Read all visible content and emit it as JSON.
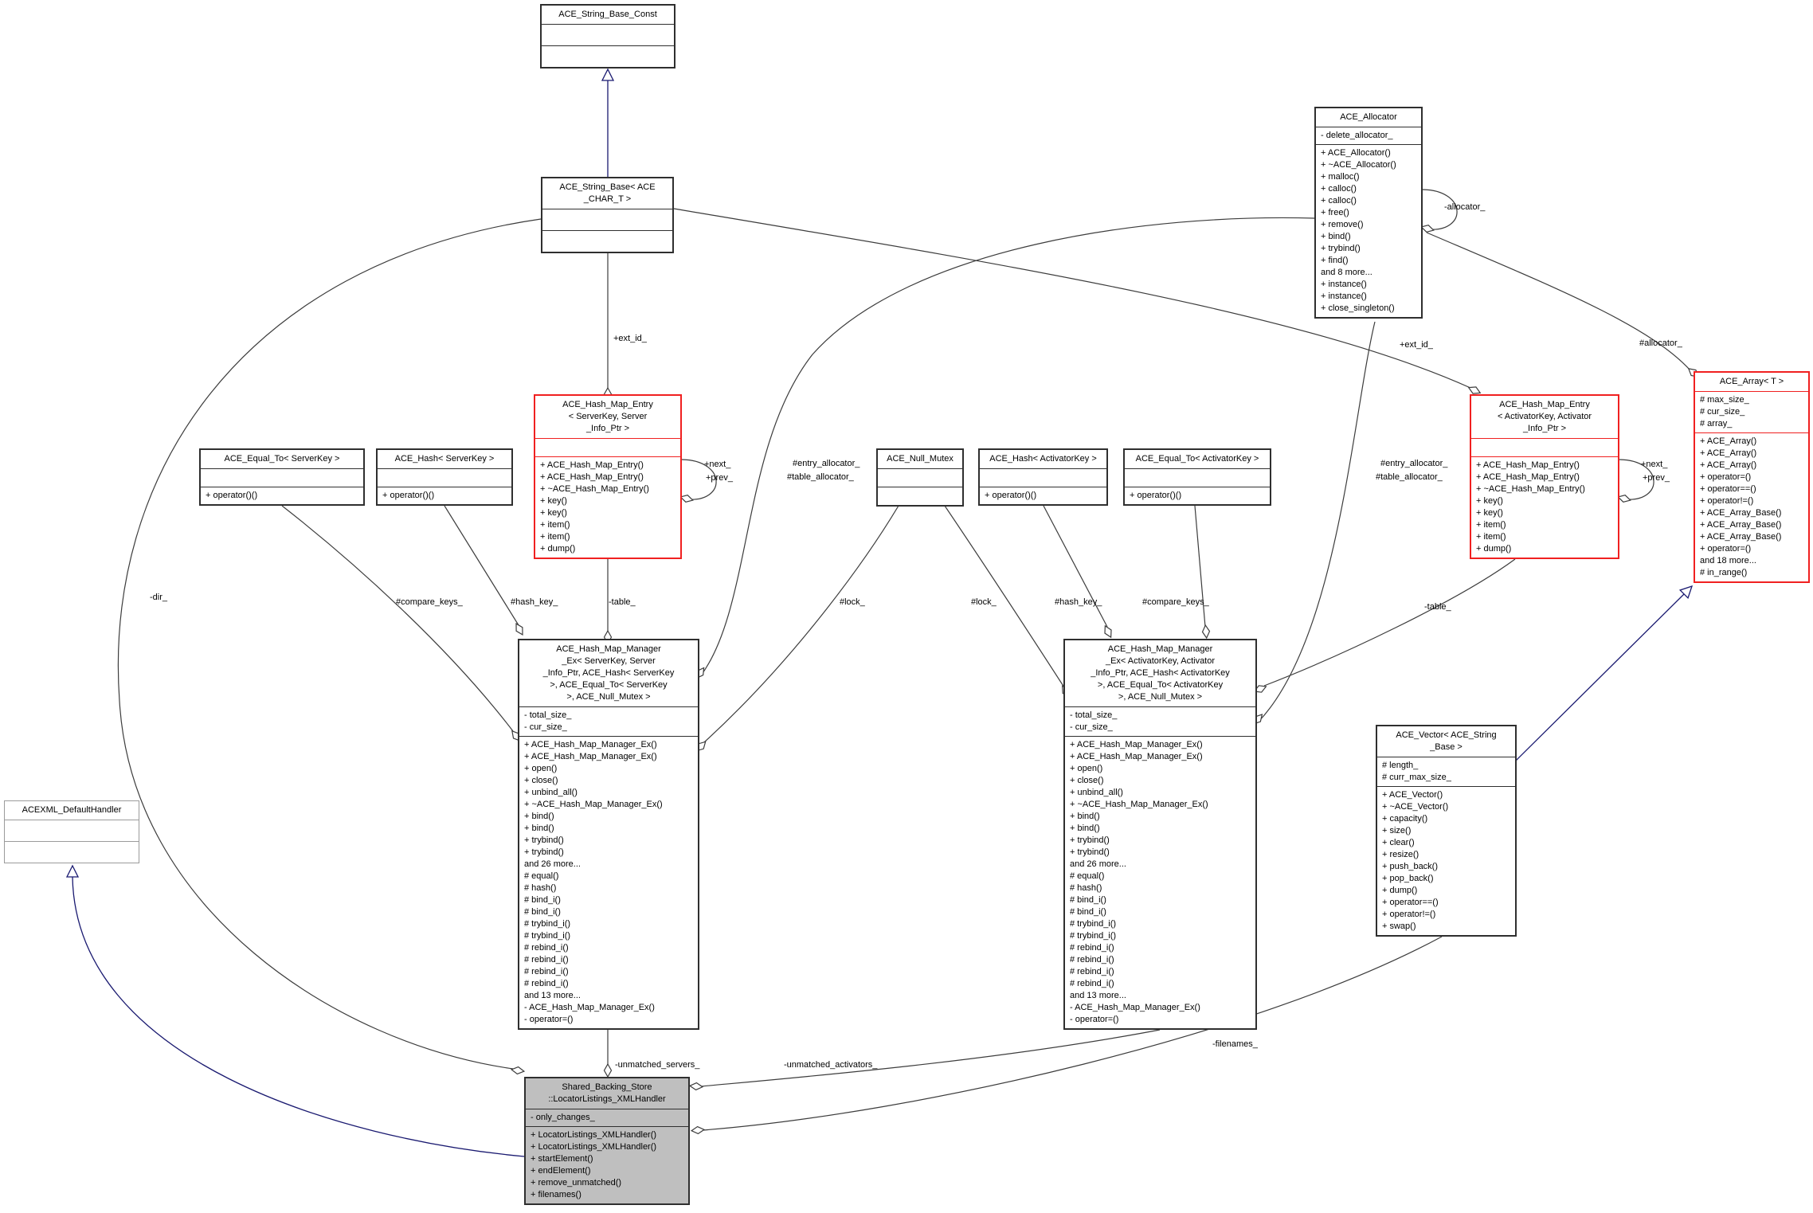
{
  "diagram": {
    "type": "uml-collaboration-diagram",
    "colors": {
      "background": "#ffffff",
      "edge": "#3c3c3c",
      "inheritance": "#191970",
      "truncated_box_border": "#f02020",
      "focus_box_fill": "#bfbfbf",
      "external_box_border": "#9b9b9b"
    },
    "classes": [
      {
        "id": "string_base_const",
        "title_lines": [
          "ACE_String_Base_Const"
        ],
        "attributes": [],
        "methods": []
      },
      {
        "id": "string_base",
        "title_lines": [
          "ACE_String_Base< ACE",
          "_CHAR_T >"
        ],
        "attributes": [],
        "methods": []
      },
      {
        "id": "allocator",
        "title_lines": [
          "ACE_Allocator"
        ],
        "attributes": [
          "- delete_allocator_"
        ],
        "methods": [
          "+ ACE_Allocator()",
          "+ ~ACE_Allocator()",
          "+ malloc()",
          "+ calloc()",
          "+ calloc()",
          "+ free()",
          "+ remove()",
          "+ bind()",
          "+ trybind()",
          "+ find()",
          "and 8 more...",
          "+ instance()",
          "+ instance()",
          "+ close_singleton()"
        ]
      },
      {
        "id": "entry_server",
        "title_lines": [
          "ACE_Hash_Map_Entry",
          "< ServerKey, Server",
          "_Info_Ptr >"
        ],
        "attributes": [],
        "methods": [
          "+ ACE_Hash_Map_Entry()",
          "+ ACE_Hash_Map_Entry()",
          "+ ~ACE_Hash_Map_Entry()",
          "+ key()",
          "+ key()",
          "+ item()",
          "+ item()",
          "+ dump()"
        ]
      },
      {
        "id": "equal_server",
        "title_lines": [
          "ACE_Equal_To< ServerKey >"
        ],
        "attributes": [],
        "methods": [
          "+ operator()()"
        ]
      },
      {
        "id": "hash_server",
        "title_lines": [
          "ACE_Hash< ServerKey >"
        ],
        "attributes": [],
        "methods": [
          "+ operator()()"
        ]
      },
      {
        "id": "null_mutex",
        "title_lines": [
          "ACE_Null_Mutex"
        ],
        "attributes": [],
        "methods": []
      },
      {
        "id": "hash_activator",
        "title_lines": [
          "ACE_Hash< ActivatorKey >"
        ],
        "attributes": [],
        "methods": [
          "+ operator()()"
        ]
      },
      {
        "id": "equal_activator",
        "title_lines": [
          "ACE_Equal_To< ActivatorKey >"
        ],
        "attributes": [],
        "methods": [
          "+ operator()()"
        ]
      },
      {
        "id": "entry_activator",
        "title_lines": [
          "ACE_Hash_Map_Entry",
          "< ActivatorKey, Activator",
          "_Info_Ptr >"
        ],
        "attributes": [],
        "methods": [
          "+ ACE_Hash_Map_Entry()",
          "+ ACE_Hash_Map_Entry()",
          "+ ~ACE_Hash_Map_Entry()",
          "+ key()",
          "+ key()",
          "+ item()",
          "+ item()",
          "+ dump()"
        ]
      },
      {
        "id": "array_t",
        "title_lines": [
          "ACE_Array< T >"
        ],
        "attributes": [
          "# max_size_",
          "# cur_size_",
          "# array_"
        ],
        "methods": [
          "+ ACE_Array()",
          "+ ACE_Array()",
          "+ ACE_Array()",
          "+ operator=()",
          "+ operator==()",
          "+ operator!=()",
          "+ ACE_Array_Base()",
          "+ ACE_Array_Base()",
          "+ ACE_Array_Base()",
          "+ operator=()",
          "and 18 more...",
          "# in_range()"
        ]
      },
      {
        "id": "mgr_server",
        "title_lines": [
          "ACE_Hash_Map_Manager",
          "_Ex< ServerKey, Server",
          "_Info_Ptr, ACE_Hash< ServerKey",
          ">, ACE_Equal_To< ServerKey",
          ">, ACE_Null_Mutex >"
        ],
        "attributes": [
          "- total_size_",
          "- cur_size_"
        ],
        "methods": [
          "+ ACE_Hash_Map_Manager_Ex()",
          "+ ACE_Hash_Map_Manager_Ex()",
          "+ open()",
          "+ close()",
          "+ unbind_all()",
          "+ ~ACE_Hash_Map_Manager_Ex()",
          "+ bind()",
          "+ bind()",
          "+ trybind()",
          "+ trybind()",
          "and 26 more...",
          "# equal()",
          "# hash()",
          "# bind_i()",
          "# bind_i()",
          "# trybind_i()",
          "# trybind_i()",
          "# rebind_i()",
          "# rebind_i()",
          "# rebind_i()",
          "# rebind_i()",
          "and 13 more...",
          "- ACE_Hash_Map_Manager_Ex()",
          "- operator=()"
        ]
      },
      {
        "id": "mgr_activator",
        "title_lines": [
          "ACE_Hash_Map_Manager",
          "_Ex< ActivatorKey, Activator",
          "_Info_Ptr, ACE_Hash< ActivatorKey",
          ">, ACE_Equal_To< ActivatorKey",
          ">, ACE_Null_Mutex >"
        ],
        "attributes": [
          "- total_size_",
          "- cur_size_"
        ],
        "methods": [
          "+ ACE_Hash_Map_Manager_Ex()",
          "+ ACE_Hash_Map_Manager_Ex()",
          "+ open()",
          "+ close()",
          "+ unbind_all()",
          "+ ~ACE_Hash_Map_Manager_Ex()",
          "+ bind()",
          "+ bind()",
          "+ trybind()",
          "+ trybind()",
          "and 26 more...",
          "# equal()",
          "# hash()",
          "# bind_i()",
          "# bind_i()",
          "# trybind_i()",
          "# trybind_i()",
          "# rebind_i()",
          "# rebind_i()",
          "# rebind_i()",
          "# rebind_i()",
          "and 13 more...",
          "- ACE_Hash_Map_Manager_Ex()",
          "- operator=()"
        ]
      },
      {
        "id": "vector",
        "title_lines": [
          "ACE_Vector< ACE_String",
          "_Base >"
        ],
        "attributes": [
          "# length_",
          "# curr_max_size_"
        ],
        "methods": [
          "+ ACE_Vector()",
          "+ ~ACE_Vector()",
          "+ capacity()",
          "+ size()",
          "+ clear()",
          "+ resize()",
          "+ push_back()",
          "+ pop_back()",
          "+ dump()",
          "+ operator==()",
          "+ operator!=()",
          "+ swap()"
        ]
      },
      {
        "id": "acexml",
        "title_lines": [
          "ACEXML_DefaultHandler"
        ],
        "attributes": [],
        "methods": []
      },
      {
        "id": "shared",
        "title_lines": [
          "Shared_Backing_Store",
          "::LocatorListings_XMLHandler"
        ],
        "attributes": [
          "- only_changes_"
        ],
        "methods": [
          "+ LocatorListings_XMLHandler()",
          "+ LocatorListings_XMLHandler()",
          "+ startElement()",
          "+ endElement()",
          "+ remove_unmatched()",
          "+ filenames()"
        ]
      }
    ],
    "edge_labels": [
      {
        "id": "ext_id_left",
        "text": "+ext_id_"
      },
      {
        "id": "ext_id_right",
        "text": "+ext_id_"
      },
      {
        "id": "allocator_self",
        "text": "-allocator_"
      },
      {
        "id": "allocator_array",
        "text": "#allocator_"
      },
      {
        "id": "entry_alloc_left",
        "text": "#entry_allocator_"
      },
      {
        "id": "table_alloc_left",
        "text": "#table_allocator_"
      },
      {
        "id": "entry_alloc_right",
        "text": "#entry_allocator_"
      },
      {
        "id": "table_alloc_right",
        "text": "#table_allocator_"
      },
      {
        "id": "compare_keys_left",
        "text": "#compare_keys_"
      },
      {
        "id": "hash_key_left",
        "text": "#hash_key_"
      },
      {
        "id": "table_left",
        "text": "-table_"
      },
      {
        "id": "lock_left",
        "text": "#lock_"
      },
      {
        "id": "lock_right",
        "text": "#lock_"
      },
      {
        "id": "hash_key_right",
        "text": "#hash_key_"
      },
      {
        "id": "compare_keys_right",
        "text": "#compare_keys_"
      },
      {
        "id": "table_right",
        "text": "-table_"
      },
      {
        "id": "next_left",
        "text": "+next_"
      },
      {
        "id": "prev_left",
        "text": "+prev_"
      },
      {
        "id": "next_right",
        "text": "+next_"
      },
      {
        "id": "prev_right",
        "text": "+prev_"
      },
      {
        "id": "dir",
        "text": "-dir_"
      },
      {
        "id": "unmatched_servers",
        "text": "-unmatched_servers_"
      },
      {
        "id": "unmatched_activators",
        "text": "-unmatched_activators_"
      },
      {
        "id": "filenames",
        "text": "-filenames_"
      }
    ]
  }
}
